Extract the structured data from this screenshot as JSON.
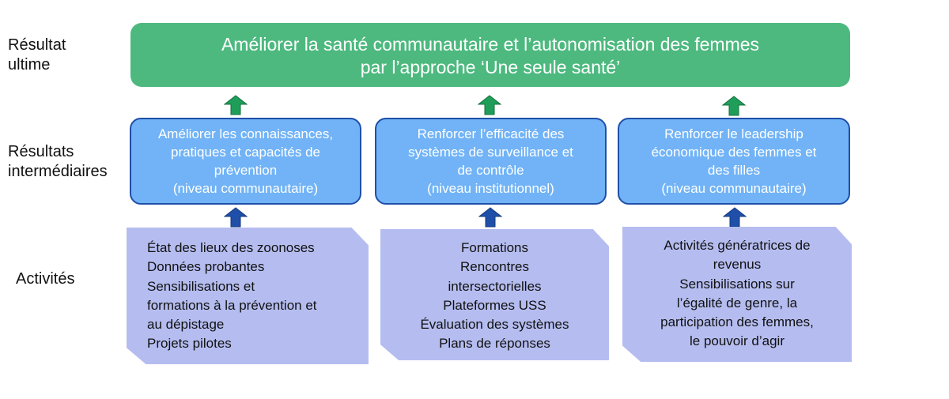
{
  "row_labels": {
    "ultimate": [
      "Résultat",
      "ultime"
    ],
    "intermediate": [
      "Résultats",
      "intermédiaires"
    ],
    "activities": [
      "Activités"
    ]
  },
  "ultimate_outcome": [
    "Améliorer la santé communautaire et l’autonomisation des femmes",
    "par l’approche ‘Une seule santé’"
  ],
  "intermediate_outcomes": [
    [
      "Améliorer les connaissances,",
      "pratiques et capacités de",
      "prévention",
      "(niveau communautaire)"
    ],
    [
      "Renforcer l’efficacité des",
      "systèmes de surveillance et",
      "de contrôle",
      "(niveau institutionnel)"
    ],
    [
      "Renforcer le leadership",
      "économique des femmes et",
      "des filles",
      "(niveau communautaire)"
    ]
  ],
  "activities": [
    [
      "État des lieux des zoonoses",
      "Données probantes",
      "Sensibilisations et",
      "formations à la prévention et",
      "au dépistage",
      "Projets pilotes"
    ],
    [
      "Formations",
      "Rencontres",
      "intersectorielles",
      "Plateformes USS",
      "Évaluation des systèmes",
      "Plans de réponses"
    ],
    [
      "Activités génératrices de",
      "revenus",
      "Sensibilisations sur",
      "l’égalité de genre, la",
      "participation des femmes,",
      "le pouvoir d’agir"
    ]
  ],
  "colors": {
    "ultimate_fill": "#4db97f",
    "intermediate_fill": "#71b3f6",
    "intermediate_border": "#1f4fa8",
    "activity_fill": "#b5bdf0",
    "arrow_green": "#1f9e5a",
    "arrow_blue": "#1f4fa8"
  },
  "icons": {
    "upper_arrows": "up-arrow-green-icon",
    "lower_arrows": "up-arrow-blue-icon"
  }
}
